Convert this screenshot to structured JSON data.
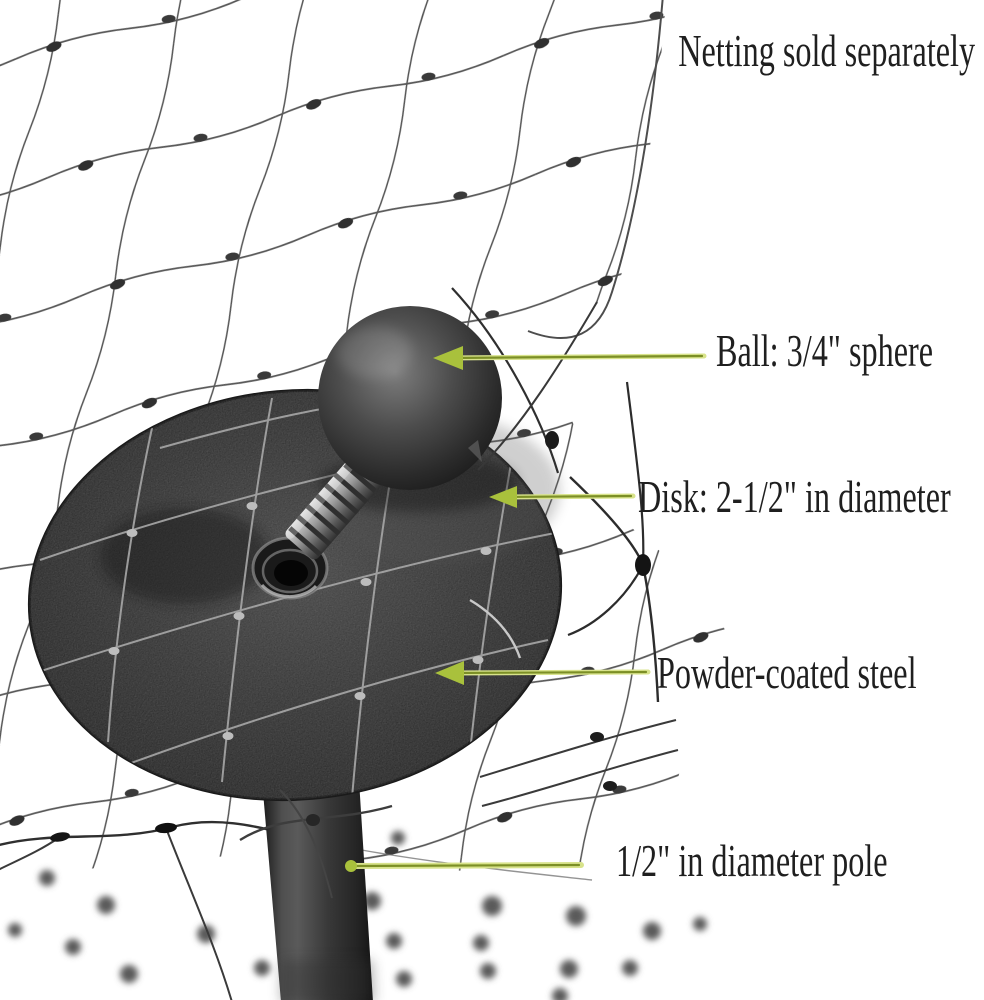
{
  "note": {
    "text": "Netting sold separately"
  },
  "labels": {
    "ball": {
      "text": "Ball: 3/4\" sphere"
    },
    "disk": {
      "text": "Disk: 2-1/2\" in diameter"
    },
    "steel": {
      "text": "Powder-coated steel"
    },
    "pole": {
      "text": "1/2\" in diameter pole"
    }
  },
  "colors": {
    "background": "#ffffff",
    "text": "#1f1f1f",
    "arrow_glow": "#d8e38b",
    "arrow_core": "#7c8f26",
    "arrow_head": "#a9c13c",
    "netting": "#3a3a3a",
    "steel_dark": "#2e2e2e"
  }
}
